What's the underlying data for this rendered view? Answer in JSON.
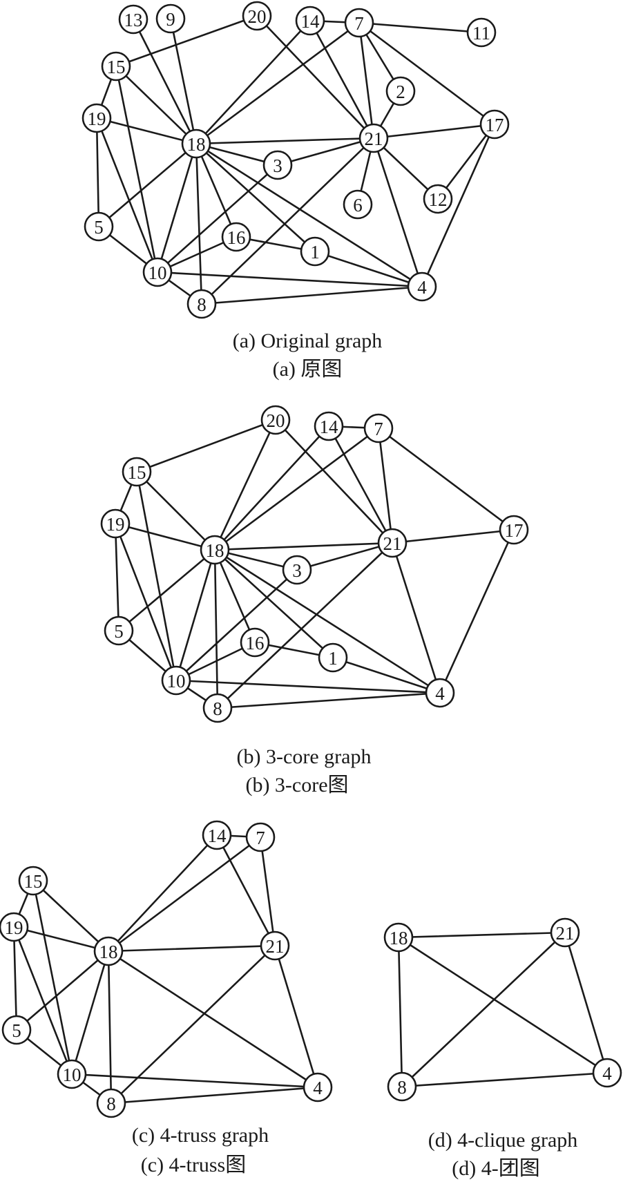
{
  "graphs": [
    {
      "id": "a",
      "caption_en": "(a) Original graph",
      "caption_cn": "(a) 原图",
      "nodes": [
        {
          "id": "13",
          "label": "13"
        },
        {
          "id": "9",
          "label": "9"
        },
        {
          "id": "20",
          "label": "20"
        },
        {
          "id": "14",
          "label": "14"
        },
        {
          "id": "7",
          "label": "7"
        },
        {
          "id": "11",
          "label": "11"
        },
        {
          "id": "15",
          "label": "15"
        },
        {
          "id": "2",
          "label": "2"
        },
        {
          "id": "19",
          "label": "19"
        },
        {
          "id": "18",
          "label": "18"
        },
        {
          "id": "21",
          "label": "21"
        },
        {
          "id": "17",
          "label": "17"
        },
        {
          "id": "3",
          "label": "3"
        },
        {
          "id": "6",
          "label": "6"
        },
        {
          "id": "12",
          "label": "12"
        },
        {
          "id": "5",
          "label": "5"
        },
        {
          "id": "16",
          "label": "16"
        },
        {
          "id": "1",
          "label": "1"
        },
        {
          "id": "10",
          "label": "10"
        },
        {
          "id": "4",
          "label": "4"
        },
        {
          "id": "8",
          "label": "8"
        }
      ],
      "edges": [
        [
          "13",
          "18"
        ],
        [
          "9",
          "18"
        ],
        [
          "20",
          "15"
        ],
        [
          "20",
          "21"
        ],
        [
          "15",
          "19"
        ],
        [
          "15",
          "18"
        ],
        [
          "15",
          "10"
        ],
        [
          "19",
          "5"
        ],
        [
          "19",
          "18"
        ],
        [
          "19",
          "10"
        ],
        [
          "5",
          "18"
        ],
        [
          "5",
          "10"
        ],
        [
          "18",
          "14"
        ],
        [
          "18",
          "7"
        ],
        [
          "18",
          "21"
        ],
        [
          "18",
          "3"
        ],
        [
          "18",
          "16"
        ],
        [
          "18",
          "1"
        ],
        [
          "18",
          "4"
        ],
        [
          "18",
          "10"
        ],
        [
          "18",
          "8"
        ],
        [
          "14",
          "7"
        ],
        [
          "14",
          "21"
        ],
        [
          "7",
          "11"
        ],
        [
          "7",
          "2"
        ],
        [
          "7",
          "21"
        ],
        [
          "7",
          "17"
        ],
        [
          "2",
          "21"
        ],
        [
          "21",
          "17"
        ],
        [
          "21",
          "3"
        ],
        [
          "21",
          "6"
        ],
        [
          "21",
          "12"
        ],
        [
          "21",
          "4"
        ],
        [
          "21",
          "8"
        ],
        [
          "17",
          "12"
        ],
        [
          "17",
          "4"
        ],
        [
          "3",
          "10"
        ],
        [
          "16",
          "1"
        ],
        [
          "16",
          "10"
        ],
        [
          "1",
          "4"
        ],
        [
          "10",
          "4"
        ],
        [
          "10",
          "8"
        ],
        [
          "8",
          "4"
        ]
      ]
    },
    {
      "id": "b",
      "caption_en": "(b) 3-core graph",
      "caption_cn": "(b) 3-core图",
      "nodes": [
        {
          "id": "20",
          "label": "20"
        },
        {
          "id": "14",
          "label": "14"
        },
        {
          "id": "7",
          "label": "7"
        },
        {
          "id": "15",
          "label": "15"
        },
        {
          "id": "19",
          "label": "19"
        },
        {
          "id": "18",
          "label": "18"
        },
        {
          "id": "21",
          "label": "21"
        },
        {
          "id": "17",
          "label": "17"
        },
        {
          "id": "3",
          "label": "3"
        },
        {
          "id": "5",
          "label": "5"
        },
        {
          "id": "16",
          "label": "16"
        },
        {
          "id": "1",
          "label": "1"
        },
        {
          "id": "10",
          "label": "10"
        },
        {
          "id": "4",
          "label": "4"
        },
        {
          "id": "8",
          "label": "8"
        }
      ],
      "edges": [
        [
          "20",
          "15"
        ],
        [
          "20",
          "18"
        ],
        [
          "20",
          "21"
        ],
        [
          "15",
          "19"
        ],
        [
          "15",
          "18"
        ],
        [
          "15",
          "10"
        ],
        [
          "19",
          "5"
        ],
        [
          "19",
          "18"
        ],
        [
          "19",
          "10"
        ],
        [
          "5",
          "18"
        ],
        [
          "5",
          "10"
        ],
        [
          "18",
          "14"
        ],
        [
          "18",
          "7"
        ],
        [
          "18",
          "21"
        ],
        [
          "18",
          "3"
        ],
        [
          "18",
          "16"
        ],
        [
          "18",
          "1"
        ],
        [
          "18",
          "4"
        ],
        [
          "18",
          "10"
        ],
        [
          "18",
          "8"
        ],
        [
          "14",
          "7"
        ],
        [
          "14",
          "21"
        ],
        [
          "7",
          "21"
        ],
        [
          "7",
          "17"
        ],
        [
          "21",
          "17"
        ],
        [
          "21",
          "3"
        ],
        [
          "21",
          "4"
        ],
        [
          "21",
          "8"
        ],
        [
          "17",
          "4"
        ],
        [
          "3",
          "10"
        ],
        [
          "16",
          "1"
        ],
        [
          "16",
          "10"
        ],
        [
          "1",
          "4"
        ],
        [
          "10",
          "4"
        ],
        [
          "10",
          "8"
        ],
        [
          "8",
          "4"
        ]
      ]
    },
    {
      "id": "c",
      "caption_en": "(c) 4-truss graph",
      "caption_cn": "(c) 4-truss图",
      "nodes": [
        {
          "id": "14",
          "label": "14"
        },
        {
          "id": "7",
          "label": "7"
        },
        {
          "id": "15",
          "label": "15"
        },
        {
          "id": "19",
          "label": "19"
        },
        {
          "id": "18",
          "label": "18"
        },
        {
          "id": "21",
          "label": "21"
        },
        {
          "id": "5",
          "label": "5"
        },
        {
          "id": "10",
          "label": "10"
        },
        {
          "id": "4",
          "label": "4"
        },
        {
          "id": "8",
          "label": "8"
        }
      ],
      "edges": [
        [
          "14",
          "7"
        ],
        [
          "14",
          "18"
        ],
        [
          "14",
          "21"
        ],
        [
          "7",
          "18"
        ],
        [
          "7",
          "21"
        ],
        [
          "15",
          "19"
        ],
        [
          "15",
          "18"
        ],
        [
          "15",
          "10"
        ],
        [
          "19",
          "18"
        ],
        [
          "19",
          "5"
        ],
        [
          "19",
          "10"
        ],
        [
          "5",
          "18"
        ],
        [
          "5",
          "10"
        ],
        [
          "18",
          "21"
        ],
        [
          "18",
          "4"
        ],
        [
          "18",
          "10"
        ],
        [
          "18",
          "8"
        ],
        [
          "21",
          "4"
        ],
        [
          "21",
          "8"
        ],
        [
          "10",
          "4"
        ],
        [
          "10",
          "8"
        ],
        [
          "8",
          "4"
        ]
      ]
    },
    {
      "id": "d",
      "caption_en": "(d) 4-clique graph",
      "caption_cn": "(d) 4-团图",
      "nodes": [
        {
          "id": "18",
          "label": "18"
        },
        {
          "id": "21",
          "label": "21"
        },
        {
          "id": "4",
          "label": "4"
        },
        {
          "id": "8",
          "label": "8"
        }
      ],
      "edges": [
        [
          "18",
          "21"
        ],
        [
          "18",
          "8"
        ],
        [
          "18",
          "4"
        ],
        [
          "21",
          "8"
        ],
        [
          "21",
          "4"
        ],
        [
          "8",
          "4"
        ]
      ]
    }
  ]
}
